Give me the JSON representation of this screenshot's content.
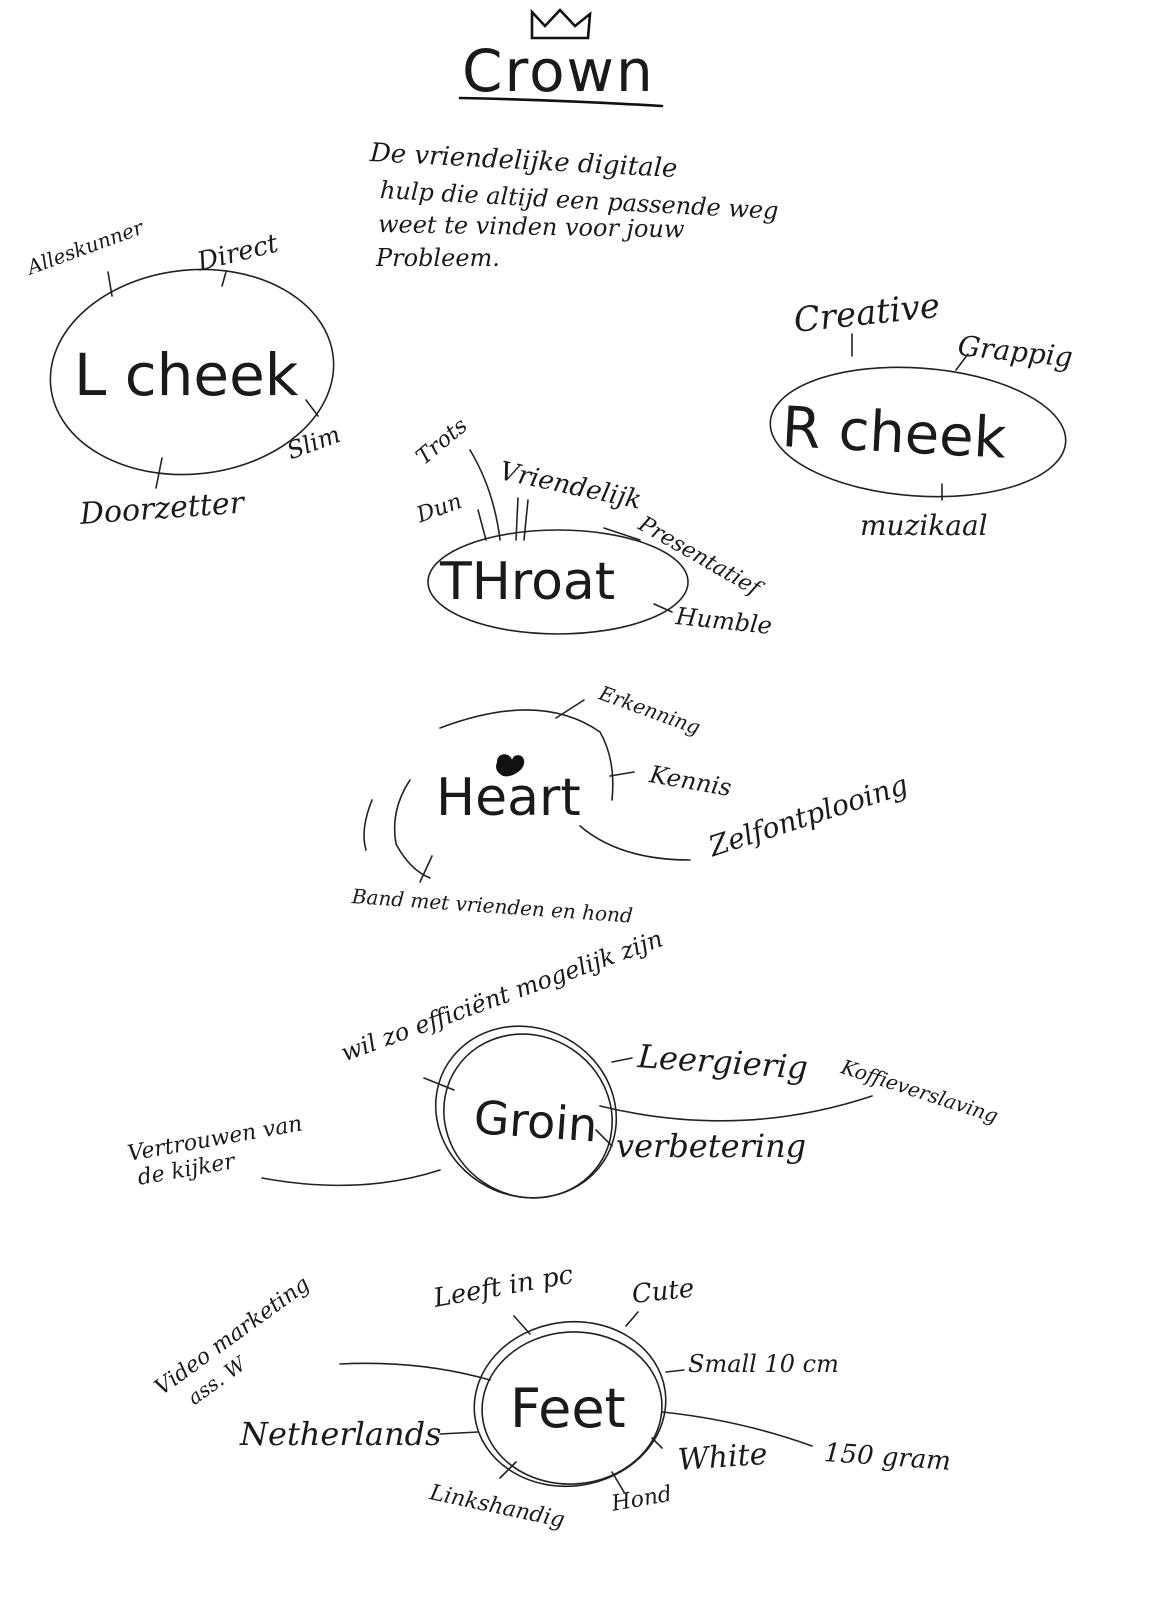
{
  "title": "Crown",
  "description": [
    "De vriendelijke digitale",
    "hulp die altijd een passende weg",
    "weet te vinden voor jouw",
    "Probleem."
  ],
  "chakras": {
    "lcheek": {
      "center": "L cheek",
      "traits": [
        "Alleskunner",
        "Direct",
        "Slim",
        "Doorzetter"
      ]
    },
    "rcheek": {
      "center": "R cheek",
      "traits": [
        "Creative",
        "Grappig",
        "muzikaal"
      ]
    },
    "throat": {
      "center": "THroat",
      "traits": [
        "Trots",
        "Dun",
        "Vriendelijk",
        "Presentatief",
        "Humble"
      ]
    },
    "heart": {
      "center": "Heart",
      "traits": [
        "Erkenning",
        "Kennis",
        "Zelfontplooing",
        "Band met vrienden en hond"
      ]
    },
    "groin": {
      "center": "Groin",
      "traits": [
        "wil zo efficiënt mogelijk zijn",
        "Leergierig",
        "Koffieverslaving",
        "verbetering",
        "Vertrouwen van",
        "de kijker"
      ]
    },
    "feet": {
      "center": "Feet",
      "traits": [
        "Leeft in pc",
        "Cute",
        "Small 10 cm",
        "150 gram",
        "White",
        "Hond",
        "Linkshandig",
        "Netherlands",
        "Video marketing",
        "ass. W"
      ]
    }
  },
  "colors": {
    "ink": "#1a1a1a",
    "background": "#ffffff"
  }
}
